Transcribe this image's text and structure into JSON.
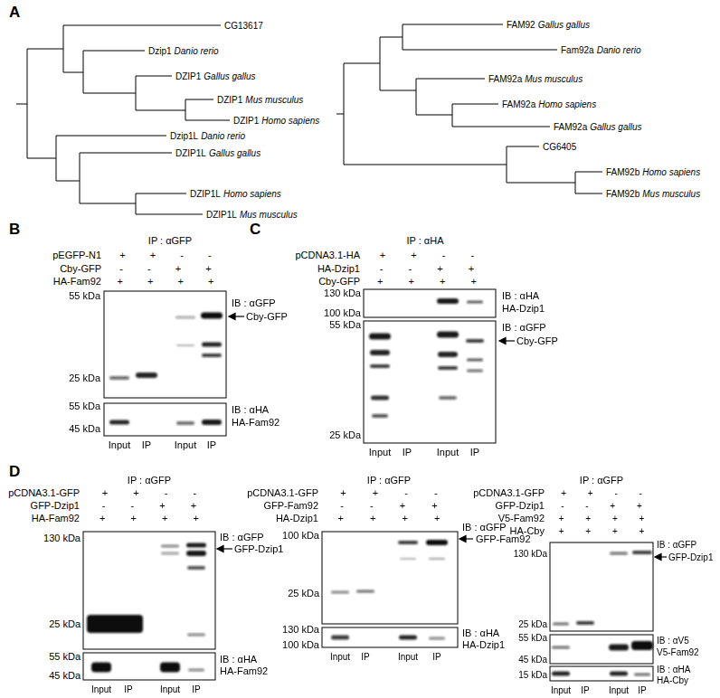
{
  "diagram": {
    "labels": [
      "A",
      "CG13617",
      "Dzip1",
      "Danio rerio",
      "DZIP1",
      "Gallus gallus",
      "DZIP1",
      "Mus musculus",
      "DZIP1",
      "Homo sapiens",
      "Dzip1L",
      "Danio rerio",
      "DZIP1L",
      "Gallus gallus",
      "DZIP1L",
      "Homo sapiens",
      "DZIP1L",
      "Mus musculus",
      "FAM92",
      "Gallus gallus",
      "Fam92a",
      "Danio rerio",
      "FAM92a",
      "Mus musculus",
      "FAM92a",
      "Homo sapiens",
      "FAM92a",
      "Gallus gallus",
      "CG6405",
      "FAM92b",
      "Homo sapiens",
      "FAM92b",
      "Mus musculus",
      "B",
      "IP : αGFP",
      "pEGFP-N1",
      "+ + - -",
      "Cby-GFP",
      "- - + +",
      "HA-Fam92",
      "+ + + +",
      "55 kDa",
      "25 kDa",
      "IB : αGFP",
      "Cby-GFP",
      "55 kDa",
      "45 kDa",
      "IB : αHA",
      "HA-Fam92",
      "Input",
      "IP",
      "Input",
      "IP",
      "C",
      "IP : αHA",
      "pCDNA3.1-HA",
      "+ + - -",
      "HA-Dzip1",
      "- - + +",
      "Cby-GFP",
      "+ + + +",
      "130 kDa",
      "100 kDa",
      "IB : αHA",
      "HA-Dzip1",
      "55 kDa",
      "25 kDa",
      "IB : αGFP",
      "Cby-GFP",
      "Input",
      "IP",
      "Input",
      "IP",
      "D",
      "IP : αGFP",
      "pCDNA3.1-GFP",
      "+ + - -",
      "GFP-Dzip1",
      "- - + +",
      "HA-Fam92",
      "+ + + +",
      "130 kDa",
      "25 kDa",
      "IB : αGFP",
      "GFP-Dzip1",
      "55 kDa",
      "45 kDa",
      "IB : αHA",
      "HA-Fam92",
      "Input",
      "IP",
      "Input",
      "IP",
      "IP : αGFP",
      "pCDNA3.1-GFP",
      "+ + - -",
      "GFP-Fam92",
      "- - + +",
      "HA-Dzip1",
      "+ + + +",
      "100 kDa",
      "25 kDa",
      "IB : αGFP",
      "GFP-Fam92",
      "130 kDa",
      "100 kDa",
      "IB : αHA",
      "HA-Dzip1",
      "Input",
      "IP",
      "Input",
      "IP",
      "IP : αGFP",
      "pCDNA3.1-GFP",
      "+ + - -",
      "GFP-Dzip1",
      "- - + +",
      "V5-Fam92",
      "+ + + +",
      "HA-Cby",
      "+ + + +",
      "130 kDa",
      "25 kDa",
      "IB : αGFP",
      "GFP-Dzip1",
      "55 kDa",
      "45 kDa",
      "IB : αV5",
      "V5-Fam92",
      "15 kDa",
      "IB : αHA",
      "HA-Cby",
      "Input",
      "IP",
      "Input",
      "IP"
    ]
  }
}
